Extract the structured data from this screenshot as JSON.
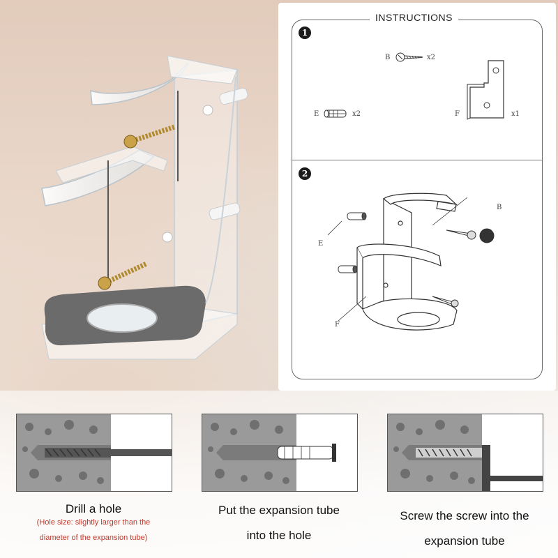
{
  "instructions": {
    "title": "INSTRUCTIONS",
    "step1_num": "1",
    "step2_num": "2",
    "part_b_letter": "B",
    "part_b_qty": "x2",
    "part_e_letter": "E",
    "part_e_qty": "x2",
    "part_f_letter": "F",
    "part_f_qty": "x1",
    "diagram_b": "B",
    "diagram_e": "E",
    "diagram_f": "F"
  },
  "steps": [
    {
      "caption": "Drill a hole",
      "note_line1": "(Hole size: slightly larger than the",
      "note_line2": "diameter of the expansion tube)"
    },
    {
      "caption_line1": "Put the expansion tube",
      "caption_line2": "into the hole"
    },
    {
      "caption_line1": "Screw the screw into the",
      "caption_line2": "expansion tube"
    }
  ],
  "colors": {
    "note_red": "#c0392b",
    "wall_gray": "#9a9a9a",
    "stone_gray": "#6f6f6f"
  }
}
